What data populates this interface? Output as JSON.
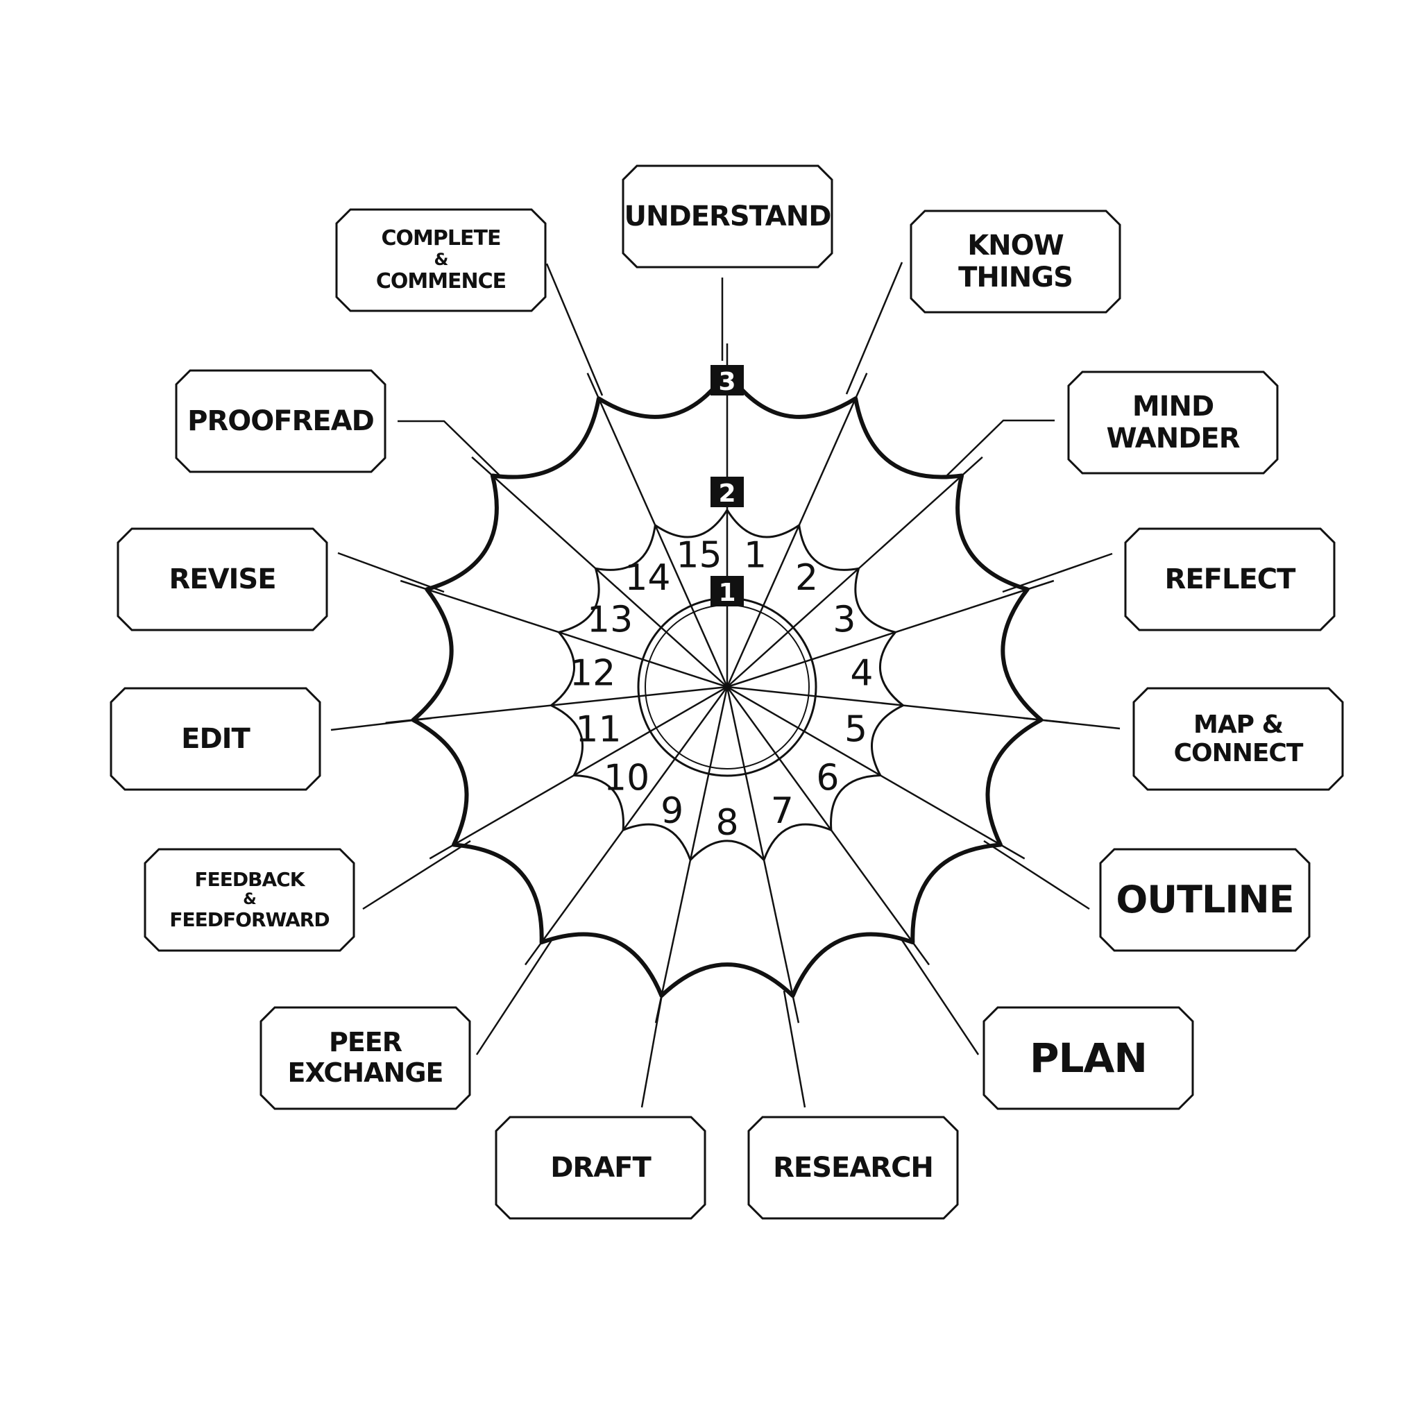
{
  "colors": {
    "ink": "#111111",
    "paper": "#ffffff"
  },
  "tiers": [
    "1",
    "2",
    "3"
  ],
  "segments": [
    "1",
    "2",
    "3",
    "4",
    "5",
    "6",
    "7",
    "8",
    "9",
    "10",
    "11",
    "12",
    "13",
    "14",
    "15"
  ],
  "labels": {
    "understand": {
      "lines": [
        "UNDERSTAND"
      ]
    },
    "know_things": {
      "lines": [
        "KNOW  THINGS"
      ]
    },
    "mind_wander": {
      "lines": [
        "MIND WANDER"
      ]
    },
    "reflect": {
      "lines": [
        "REFLECT"
      ]
    },
    "map_connect": {
      "lines": [
        "MAP & CONNECT"
      ]
    },
    "outline": {
      "lines": [
        "OUTLINE"
      ]
    },
    "plan": {
      "lines": [
        "PLAN"
      ]
    },
    "research": {
      "lines": [
        "RESEARCH"
      ]
    },
    "draft": {
      "lines": [
        "DRAFT"
      ]
    },
    "peer_exchange": {
      "lines": [
        "PEER EXCHANGE"
      ]
    },
    "feedback": {
      "lines": [
        "FEEDBACK",
        "&",
        "FEEDFORWARD"
      ]
    },
    "edit": {
      "lines": [
        "EDIT"
      ]
    },
    "revise": {
      "lines": [
        "REVISE"
      ]
    },
    "proofread": {
      "lines": [
        "PROOFREAD"
      ]
    },
    "complete": {
      "lines": [
        "COMPLETE",
        "&",
        "COMMENCE"
      ]
    }
  }
}
